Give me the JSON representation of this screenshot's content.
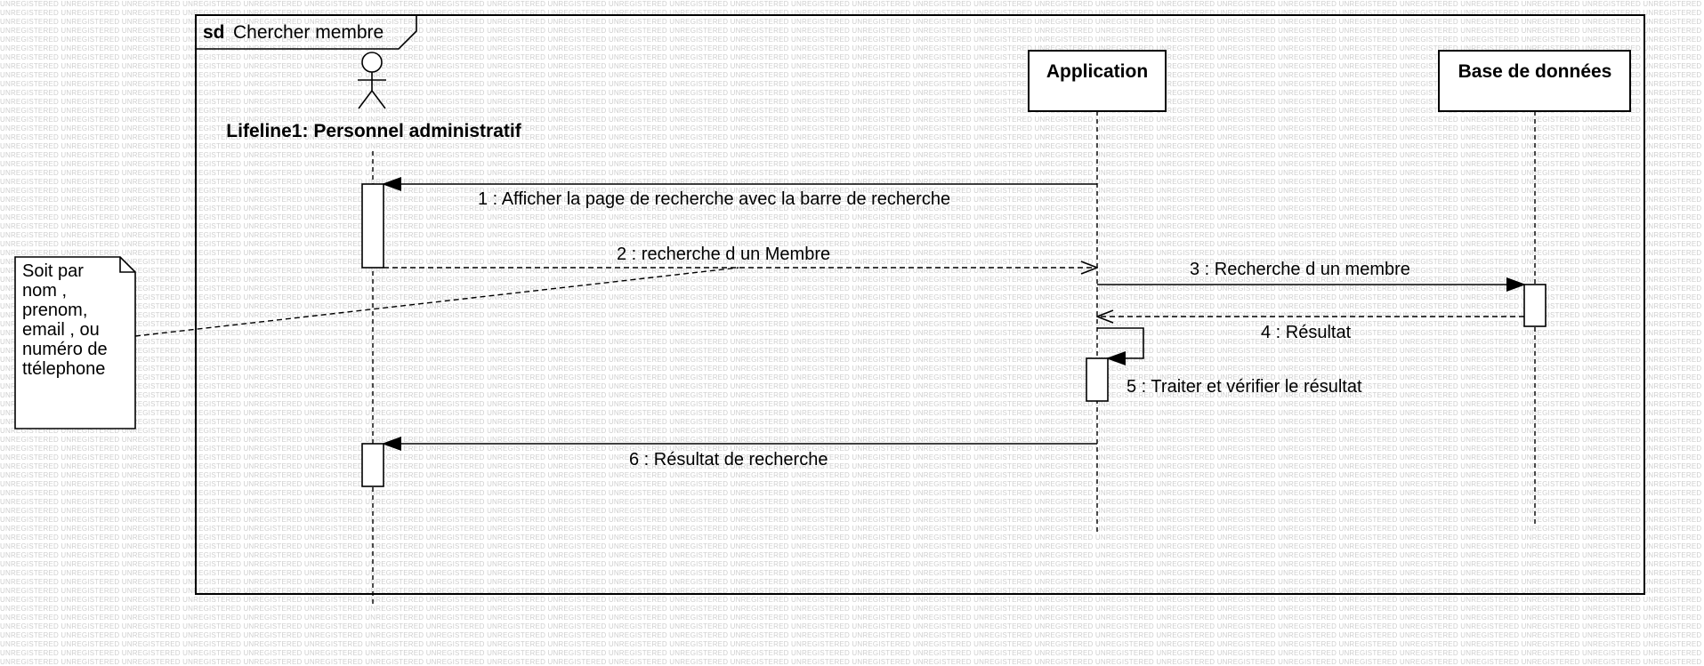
{
  "frame": {
    "keyword": "sd",
    "name": "Chercher membre"
  },
  "lifelines": {
    "actor": {
      "label": "Lifeline1: Personnel administratif"
    },
    "application": {
      "label": "Application"
    },
    "database": {
      "label": "Base de données"
    }
  },
  "messages": [
    {
      "label": "1 : Afficher la page de recherche avec la barre de recherche"
    },
    {
      "label": "2 : recherche d un Membre"
    },
    {
      "label": "3 : Recherche d un membre"
    },
    {
      "label": "4 : Résultat"
    },
    {
      "label": "5 : Traiter et vérifier le résultat"
    },
    {
      "label": "6 : Résultat de recherche"
    }
  ],
  "note": {
    "text": "Soit par\nnom ,\nprenom,\nemail , ou\nnuméro de\nttélephone"
  },
  "watermark": {
    "text": "UNREGISTERED"
  }
}
